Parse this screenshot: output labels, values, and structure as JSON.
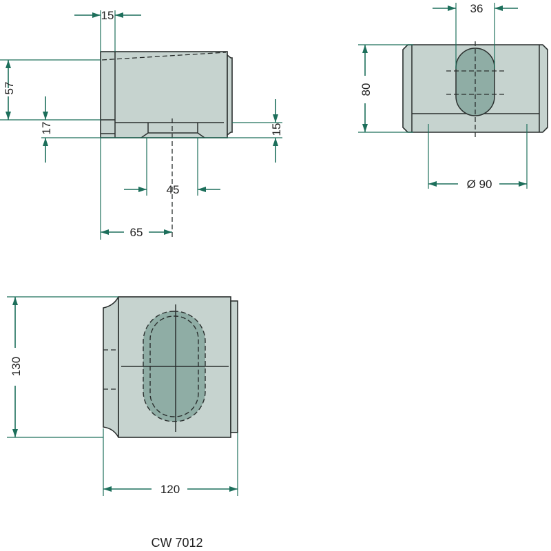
{
  "drawing": {
    "part_number": "CW 7012",
    "side_view": {
      "dims": {
        "top_width": "15",
        "height_57": "57",
        "height_17": "17",
        "bore_depth": "15",
        "bore_diameter": "45",
        "center_offset": "65"
      }
    },
    "front_view": {
      "dims": {
        "slot_width": "36",
        "height": "80",
        "diameter": "Ø 90"
      }
    },
    "top_view": {
      "dims": {
        "height": "130",
        "width": "120"
      }
    },
    "colors": {
      "part_fill": "#c6d3cf",
      "slot_fill": "#8fada5",
      "dimension_color": "#1d6f5b"
    }
  }
}
